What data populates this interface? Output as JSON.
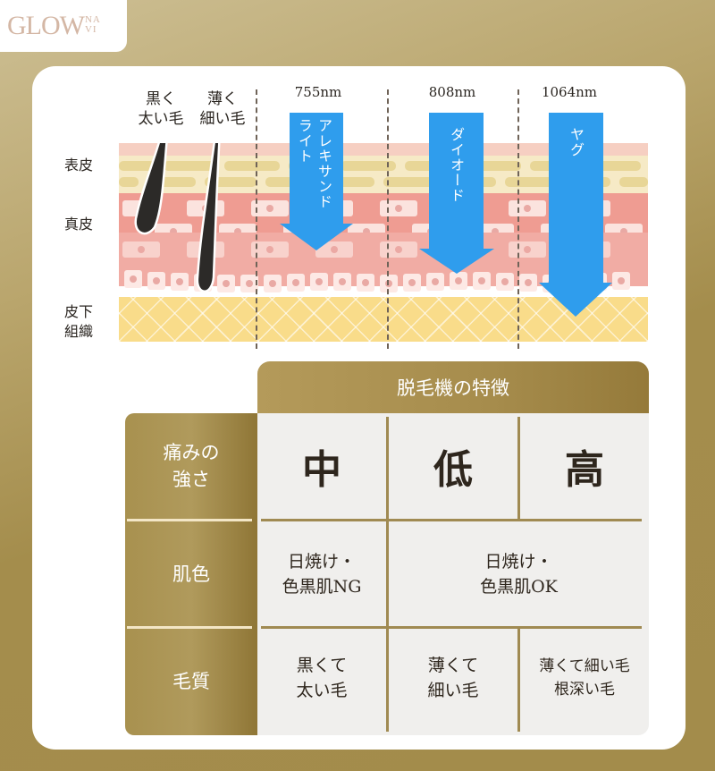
{
  "logo": {
    "main": "GLOW",
    "sub_top": "NA",
    "sub_bottom": "VI"
  },
  "diagram": {
    "hair_labels": [
      {
        "label": "黒く\n太い毛"
      },
      {
        "label": "薄く\n細い毛"
      }
    ],
    "layers": [
      {
        "label": "表皮"
      },
      {
        "label": "真皮"
      },
      {
        "label": "皮下\n組織"
      }
    ],
    "lasers": [
      {
        "wavelength": "755nm",
        "name": "アレキサンド\nライト",
        "color": "#2f9ded",
        "depth": "dermis"
      },
      {
        "wavelength": "808nm",
        "name": "ダイオード",
        "color": "#2f9ded",
        "depth": "lower-dermis"
      },
      {
        "wavelength": "1064nm",
        "name": "ヤグ",
        "color": "#2f9ded",
        "depth": "subcutaneous"
      }
    ]
  },
  "table": {
    "title": "脱毛機の特徴",
    "rows": [
      {
        "header": "痛みの\n強さ",
        "cells": [
          "中",
          "低",
          "高"
        ]
      },
      {
        "header": "肌色",
        "cells": [
          "日焼け・\n色黒肌NG",
          "日焼け・\n色黒肌OK"
        ]
      },
      {
        "header": "毛質",
        "cells": [
          "黒くて\n太い毛",
          "薄くて\n細い毛",
          "薄くて細い毛\n根深い毛"
        ]
      }
    ]
  },
  "colors": {
    "gold": "#a68c4c",
    "blue": "#2f9ded",
    "cell_bg": "#f0efed"
  }
}
